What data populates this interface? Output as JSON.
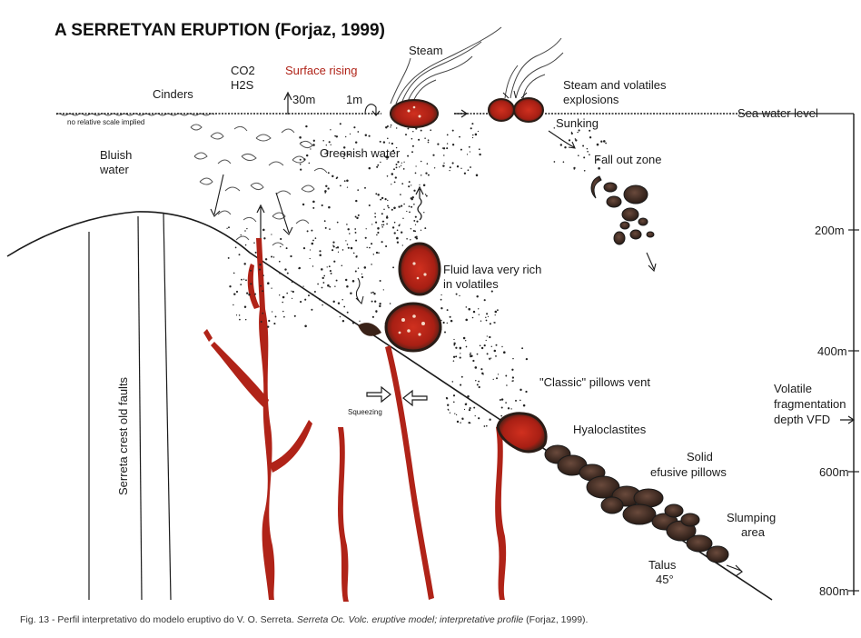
{
  "title": "A SERRETYAN ERUPTION (Forjaz, 1999)",
  "labels": {
    "co2": "CO2",
    "h2s": "H2S",
    "surface_rising": "Surface rising",
    "steam": "Steam",
    "cinders": "Cinders",
    "thirty_m": "30m",
    "one_m": "1m",
    "steam_explosions_1": "Steam and volatiles",
    "steam_explosions_2": "explosions",
    "sea_water_level": "Sea water level",
    "no_scale": "no relative scale implied",
    "sunking": "Sunking",
    "bluish_1": "Bluish",
    "bluish_2": "water",
    "greenish_water": "Greenish water",
    "fall_out_zone": "Fall out zone",
    "fluid_lava_1": "Fluid lava very rich",
    "fluid_lava_2": "in volatiles",
    "classic_pillows": "\"Classic\" pillows vent",
    "squeezing": "Squeezing",
    "hyaloclastites": "Hyaloclastites",
    "solid_1": "Solid",
    "solid_2": "efusive pillows",
    "slumping_1": "Slumping",
    "slumping_2": "area",
    "talus_1": "Talus",
    "talus_2": "45°",
    "serreta_faults": "Serreta crest old faults",
    "volatile_1": "Volatile",
    "volatile_2": "fragmentation",
    "volatile_3": "depth VFD"
  },
  "depth_scale": {
    "d200": "200m",
    "d400": "400m",
    "d600": "600m",
    "d800": "800m"
  },
  "caption": {
    "prefix": "Fig. 13 - Perfil interpretativo do modelo eruptivo do V. O. Serreta. ",
    "italic": "Serreta Oc. Volc. eruptive model; interpretative profile",
    "suffix": " (Forjaz, 1999)."
  },
  "colors": {
    "lava_red": "#b02318",
    "pillow_dark": "#3a2a22",
    "ink": "#1a1a1a"
  }
}
